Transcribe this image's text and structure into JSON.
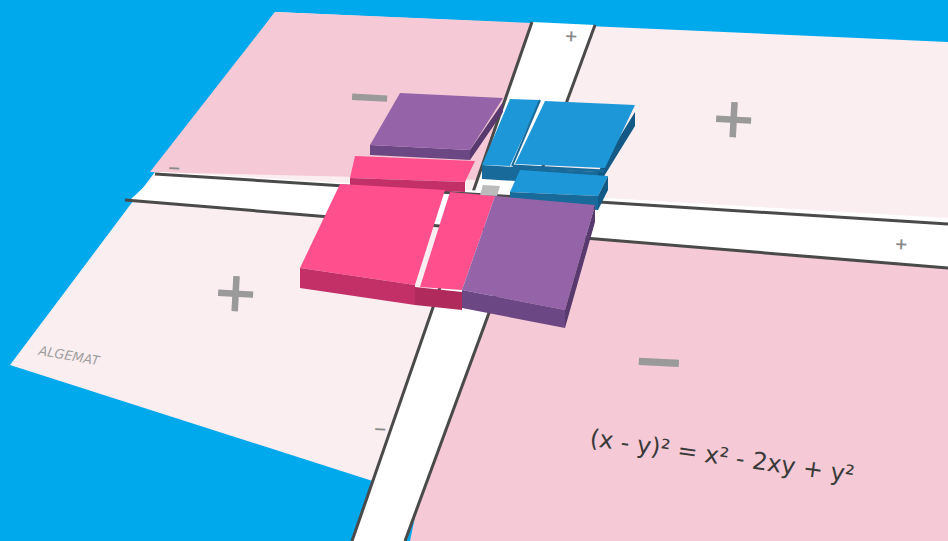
{
  "diagram": {
    "labels": [
      "−",
      "+",
      "+",
      "−",
      "+",
      "−",
      "+",
      "−",
      "ALGEMAT",
      "(x - y)² = x² - 2xy + y²"
    ]
  }
}
